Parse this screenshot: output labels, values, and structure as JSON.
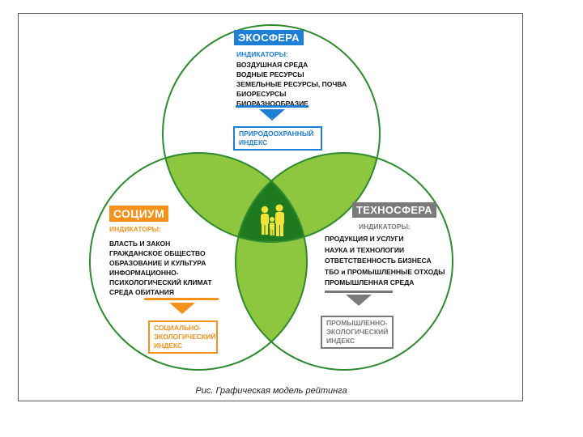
{
  "colors": {
    "circle_stroke": "#2e8b2e",
    "overlap_fill": "#8dc63f",
    "center_fill": "#1f7a1f",
    "eco_accent": "#1e7fd6",
    "soc_accent": "#f5921e",
    "tech_accent": "#7a7a7a"
  },
  "ecosphere": {
    "title": "ЭКОСФЕРА",
    "indicators_label": "ИНДИКАТОРЫ:",
    "items": [
      "ВОЗДУШНАЯ СРЕДА",
      "ВОДНЫЕ РЕСУРСЫ",
      "ЗЕМЕЛЬНЫЕ РЕСУРСЫ, ПОЧВА",
      "БИОРЕСУРСЫ",
      "БИОРАЗНООБРАЗИЕ"
    ],
    "index_line1": "ПРИРОДООХРАННЫЙ",
    "index_line2": "ИНДЕКС"
  },
  "socium": {
    "title": "СОЦИУМ",
    "indicators_label": "ИНДИКАТОРЫ:",
    "items": [
      "ВЛАСТЬ И ЗАКОН",
      "ГРАЖДАНСКОЕ ОБЩЕСТВО",
      "ОБРАЗОВАНИЕ И КУЛЬТУРА",
      "ИНФОРМАЦИОННО-",
      "ПСИХОЛОГИЧЕСКИЙ КЛИМАТ",
      "СРЕДА ОБИТАНИЯ"
    ],
    "index_line1": "СОЦИАЛЬНО-",
    "index_line2": "ЭКОЛОГИЧЕСКИЙ",
    "index_line3": "ИНДЕКС"
  },
  "technosphere": {
    "title": "ТЕХНОСФЕРА",
    "indicators_label": "ИНДИКАТОРЫ:",
    "items": [
      "ПРОДУКЦИЯ И УСЛУГИ",
      "НАУКА И ТЕХНОЛОГИИ",
      "ОТВЕТСТВЕННОСТЬ БИЗНЕСА",
      "ТБО и ПРОМЫШЛЕННЫЕ ОТХОДЫ",
      "ПРОМЫШЛЕННАЯ СРЕДА"
    ],
    "index_line1": "ПРОМЫШЛЕННО-",
    "index_line2": "ЭКОЛОГИЧЕСКИЙ",
    "index_line3": "ИНДЕКС"
  },
  "center_icon": "family-icon",
  "caption": "Рис. Графическая модель рейтинга"
}
